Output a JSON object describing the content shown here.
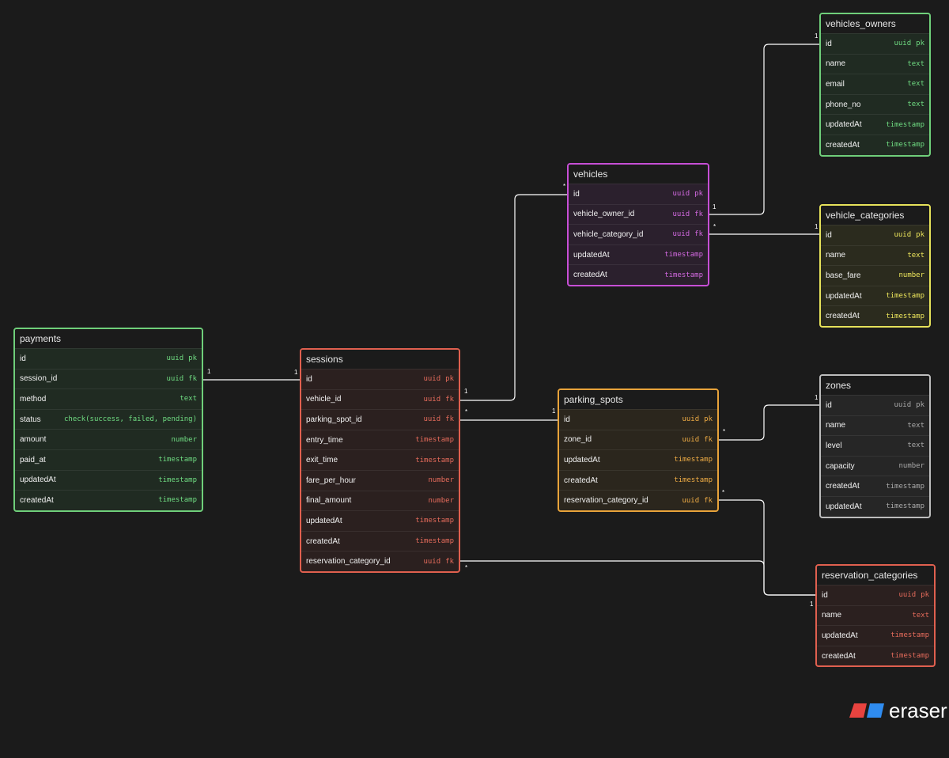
{
  "tables": [
    {
      "id": "vehicles_owners",
      "title": "vehicles_owners",
      "color": "#6fcf7a",
      "type_color": "#6fdc82",
      "fill": "#202b22",
      "columns": [
        {
          "name": "id",
          "type": "uuid",
          "key": "pk"
        },
        {
          "name": "name",
          "type": "text",
          "key": ""
        },
        {
          "name": "email",
          "type": "text",
          "key": ""
        },
        {
          "name": "phone_no",
          "type": "text",
          "key": ""
        },
        {
          "name": "updatedAt",
          "type": "timestamp",
          "key": ""
        },
        {
          "name": "createdAt",
          "type": "timestamp",
          "key": ""
        }
      ]
    },
    {
      "id": "vehicles",
      "title": "vehicles",
      "color": "#c74fd6",
      "type_color": "#d56ae3",
      "fill": "#2b202d",
      "columns": [
        {
          "name": "id",
          "type": "uuid",
          "key": "pk"
        },
        {
          "name": "vehicle_owner_id",
          "type": "uuid",
          "key": "fk"
        },
        {
          "name": "vehicle_category_id",
          "type": "uuid",
          "key": "fk"
        },
        {
          "name": "updatedAt",
          "type": "timestamp",
          "key": ""
        },
        {
          "name": "createdAt",
          "type": "timestamp",
          "key": ""
        }
      ]
    },
    {
      "id": "vehicle_categories",
      "title": "vehicle_categories",
      "color": "#e6e25a",
      "type_color": "#eee75c",
      "fill": "#2b2b1e",
      "columns": [
        {
          "name": "id",
          "type": "uuid",
          "key": "pk"
        },
        {
          "name": "name",
          "type": "text",
          "key": ""
        },
        {
          "name": "base_fare",
          "type": "number",
          "key": ""
        },
        {
          "name": "updatedAt",
          "type": "timestamp",
          "key": ""
        },
        {
          "name": "createdAt",
          "type": "timestamp",
          "key": ""
        }
      ]
    },
    {
      "id": "payments",
      "title": "payments",
      "color": "#6fcf7a",
      "type_color": "#6fdc82",
      "fill": "#202b22",
      "columns": [
        {
          "name": "id",
          "type": "uuid",
          "key": "pk"
        },
        {
          "name": "session_id",
          "type": "uuid",
          "key": "fk"
        },
        {
          "name": "method",
          "type": "text",
          "key": ""
        },
        {
          "name": "status",
          "type": "check(success, failed, pending)",
          "key": ""
        },
        {
          "name": "amount",
          "type": "number",
          "key": ""
        },
        {
          "name": "paid_at",
          "type": "timestamp",
          "key": ""
        },
        {
          "name": "updatedAt",
          "type": "timestamp",
          "key": ""
        },
        {
          "name": "createdAt",
          "type": "timestamp",
          "key": ""
        }
      ]
    },
    {
      "id": "sessions",
      "title": "sessions",
      "color": "#e0604f",
      "type_color": "#e56b5b",
      "fill": "#2b201f",
      "columns": [
        {
          "name": "id",
          "type": "uuid",
          "key": "pk"
        },
        {
          "name": "vehicle_id",
          "type": "uuid",
          "key": "fk"
        },
        {
          "name": "parking_spot_id",
          "type": "uuid",
          "key": "fk"
        },
        {
          "name": "entry_time",
          "type": "timestamp",
          "key": ""
        },
        {
          "name": "exit_time",
          "type": "timestamp",
          "key": ""
        },
        {
          "name": "fare_per_hour",
          "type": "number",
          "key": ""
        },
        {
          "name": "final_amount",
          "type": "number",
          "key": ""
        },
        {
          "name": "updatedAt",
          "type": "timestamp",
          "key": ""
        },
        {
          "name": "createdAt",
          "type": "timestamp",
          "key": ""
        },
        {
          "name": "reservation_category_id",
          "type": "uuid",
          "key": "fk"
        }
      ]
    },
    {
      "id": "parking_spots",
      "title": "parking_spots",
      "color": "#e8a33a",
      "type_color": "#efac45",
      "fill": "#2b261d",
      "columns": [
        {
          "name": "id",
          "type": "uuid",
          "key": "pk"
        },
        {
          "name": "zone_id",
          "type": "uuid",
          "key": "fk"
        },
        {
          "name": "updatedAt",
          "type": "timestamp",
          "key": ""
        },
        {
          "name": "createdAt",
          "type": "timestamp",
          "key": ""
        },
        {
          "name": "reservation_category_id",
          "type": "uuid",
          "key": "fk"
        }
      ]
    },
    {
      "id": "zones",
      "title": "zones",
      "color": "#bdbdbd",
      "type_color": "#a9a9a9",
      "fill": "#262626",
      "columns": [
        {
          "name": "id",
          "type": "uuid",
          "key": "pk"
        },
        {
          "name": "name",
          "type": "text",
          "key": ""
        },
        {
          "name": "level",
          "type": "text",
          "key": ""
        },
        {
          "name": "capacity",
          "type": "number",
          "key": ""
        },
        {
          "name": "createdAt",
          "type": "timestamp",
          "key": ""
        },
        {
          "name": "updatedAt",
          "type": "timestamp",
          "key": ""
        }
      ]
    },
    {
      "id": "reservation_categories",
      "title": "reservation_categories",
      "color": "#e0604f",
      "type_color": "#e56b5b",
      "fill": "#2b201f",
      "columns": [
        {
          "name": "id",
          "type": "uuid",
          "key": "pk"
        },
        {
          "name": "name",
          "type": "text",
          "key": ""
        },
        {
          "name": "updatedAt",
          "type": "timestamp",
          "key": ""
        },
        {
          "name": "createdAt",
          "type": "timestamp",
          "key": ""
        }
      ]
    }
  ],
  "relations": [
    {
      "from_table": "payments",
      "from_column": "session_id",
      "to_table": "sessions",
      "to_column": "id",
      "from_card": "1",
      "to_card": "1"
    },
    {
      "from_table": "sessions",
      "from_column": "vehicle_id",
      "to_table": "vehicles",
      "to_column": "id",
      "from_card": "1",
      "to_card": "*"
    },
    {
      "from_table": "sessions",
      "from_column": "parking_spot_id",
      "to_table": "parking_spots",
      "to_column": "id",
      "from_card": "*",
      "to_card": "1"
    },
    {
      "from_table": "vehicles",
      "from_column": "vehicle_owner_id",
      "to_table": "vehicles_owners",
      "to_column": "id",
      "from_card": "1",
      "to_card": "1"
    },
    {
      "from_table": "vehicles",
      "from_column": "vehicle_category_id",
      "to_table": "vehicle_categories",
      "to_column": "id",
      "from_card": "*",
      "to_card": "1"
    },
    {
      "from_table": "parking_spots",
      "from_column": "zone_id",
      "to_table": "zones",
      "to_column": "id",
      "from_card": "*",
      "to_card": "1"
    },
    {
      "from_table": "parking_spots",
      "from_column": "reservation_category_id",
      "to_table": "reservation_categories",
      "to_column": "id",
      "from_card": "*",
      "to_card": "1"
    },
    {
      "from_table": "sessions",
      "from_column": "reservation_category_id",
      "to_table": "reservation_categories",
      "to_column": "id",
      "from_card": "*",
      "to_card": "1"
    }
  ],
  "brand": {
    "name": "eraser",
    "logo_left_color": "#e8433f",
    "logo_right_color": "#2f8cf0"
  }
}
